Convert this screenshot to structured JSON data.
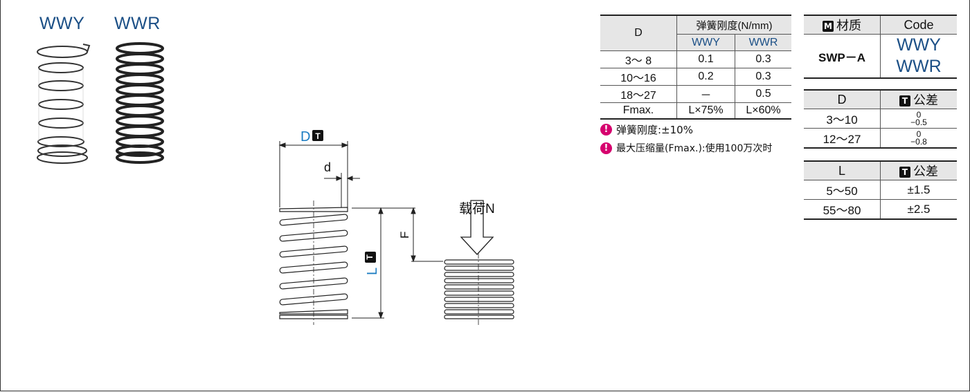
{
  "products": {
    "wwy": {
      "label": "WWY"
    },
    "wwr": {
      "label": "WWR"
    }
  },
  "diagram": {
    "dim_D": "D",
    "dim_d": "d",
    "dim_L": "L",
    "dim_F": "F",
    "load": "载荷N",
    "badge": "T"
  },
  "rate_table": {
    "col_d": "D",
    "col_rate": "弹簧刚度(N/mm)",
    "sub_wwy": "WWY",
    "sub_wwr": "WWR",
    "rows": [
      {
        "d": "3～ 8",
        "wwy": "0.1",
        "wwr": "0.3"
      },
      {
        "d": "10～16",
        "wwy": "0.2",
        "wwr": "0.3"
      },
      {
        "d": "18～27",
        "wwy": "－",
        "wwr": "0.5"
      },
      {
        "d": "Fmax.",
        "wwy": "L×75%",
        "wwr": "L×60%"
      }
    ]
  },
  "notes": {
    "icon": "!",
    "note1": "弹簧刚度:±10%",
    "note2": "最大压缩量(Fmax.):使用100万次时"
  },
  "material_table": {
    "badge": "M",
    "col_material": "材质",
    "col_code": "Code",
    "material": "SWP－A",
    "code1": "WWY",
    "code2": "WWR"
  },
  "d_tol_table": {
    "col_d": "D",
    "badge": "T",
    "col_tol": "公差",
    "rows": [
      {
        "range": "3～10",
        "upper": "0",
        "lower": "−0.5"
      },
      {
        "range": "12～27",
        "upper": "0",
        "lower": "−0.8"
      }
    ]
  },
  "l_tol_table": {
    "col_l": "L",
    "badge": "T",
    "col_tol": "公差",
    "rows": [
      {
        "range": "5～50",
        "tol": "±1.5"
      },
      {
        "range": "55～80",
        "tol": "±2.5"
      }
    ]
  }
}
